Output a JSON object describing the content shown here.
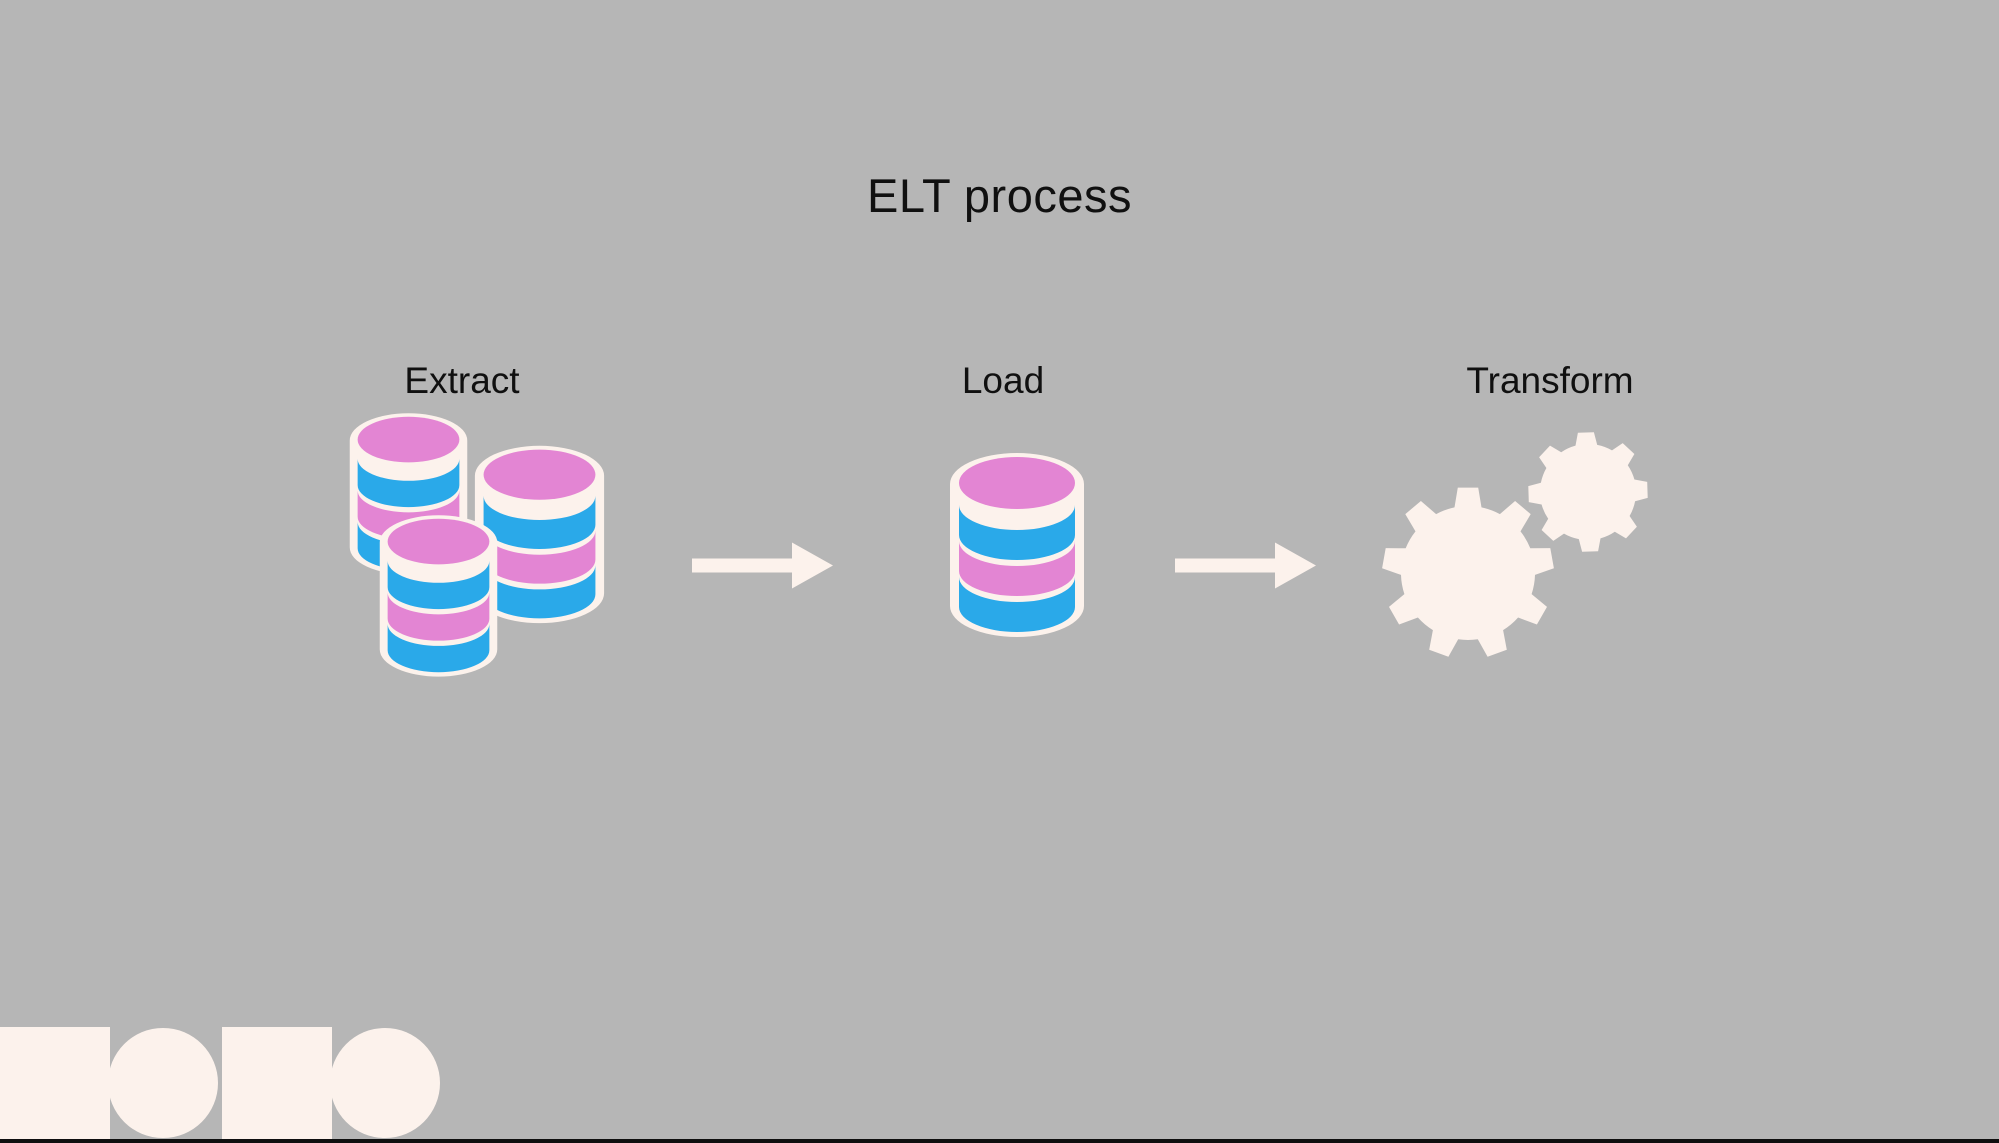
{
  "title": "ELT process",
  "stages": [
    {
      "label": "Extract",
      "icon": "database-stack-icon"
    },
    {
      "label": "Load",
      "icon": "database-icon"
    },
    {
      "label": "Transform",
      "icon": "gears-icon"
    }
  ],
  "connectors": [
    {
      "icon": "arrow-right-icon"
    },
    {
      "icon": "arrow-right-icon"
    }
  ],
  "footer": {
    "logo_shapes": [
      "square",
      "circle",
      "square",
      "circle"
    ]
  },
  "colors": {
    "background": "#b6b6b6",
    "cream": "#fcf2ec",
    "pink": "#e385d3",
    "blue": "#2aa9e9",
    "text": "#101010",
    "footer_bar": "#0f0f0f"
  }
}
